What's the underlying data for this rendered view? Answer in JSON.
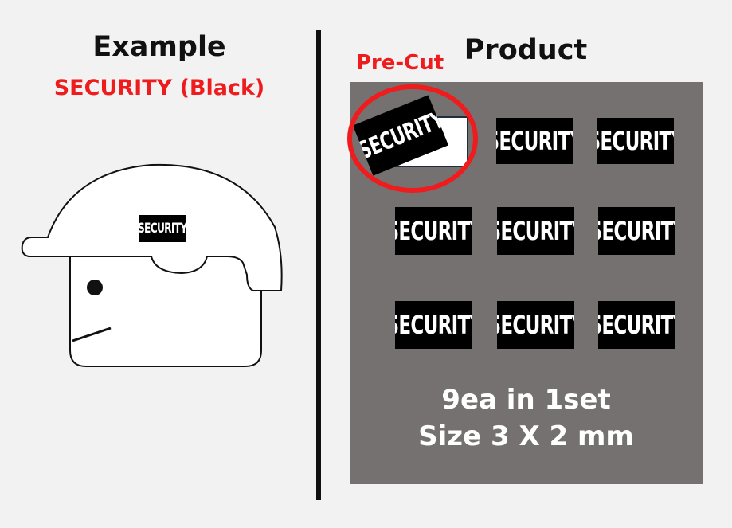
{
  "left": {
    "title": "Example",
    "subtitle": "SECURITY (Black)",
    "helmet_label": "SECURITY"
  },
  "right": {
    "title": "Product",
    "precut_label": "Pre-Cut",
    "patch_label": "SECURITY",
    "patches": [
      "SECURITY",
      "SECURITY",
      "SECURITY",
      "SECURITY",
      "SECURITY",
      "SECURITY",
      "SECURITY",
      "SECURITY",
      "SECURITY"
    ],
    "info_line1": "9ea in 1set",
    "info_line2": "Size 3 X 2 mm"
  },
  "colors": {
    "accent_red": "#ee1c1c",
    "panel_gray": "#767171",
    "background": "#f2f2f2"
  }
}
